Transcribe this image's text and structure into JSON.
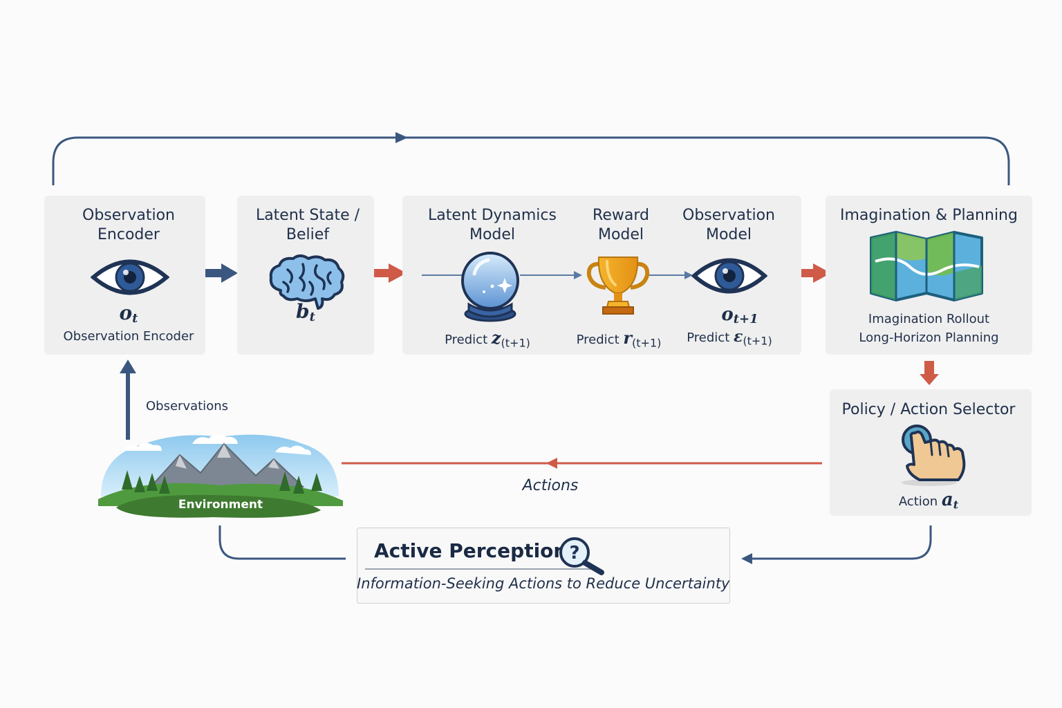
{
  "encoder": {
    "title_line1": "Observation",
    "title_line2": "Encoder",
    "symbol_base": "o",
    "symbol_sub": "t",
    "caption": "Observation Encoder"
  },
  "latent": {
    "title_line1": "Latent State /",
    "title_line2": "Belief",
    "symbol_base": "b",
    "symbol_sub": "t"
  },
  "dynamics": {
    "title_line1": "Latent Dynamics",
    "title_line2": "Model",
    "predict": "Predict",
    "symbol_base": "z",
    "symbol_sub": "(t+1)"
  },
  "reward": {
    "title_line1": "Reward",
    "title_line2": "Model",
    "predict": "Predict",
    "symbol_base": "r",
    "symbol_sub": "(t+1)"
  },
  "obs_model": {
    "title_line1": "Observation",
    "title_line2": "Model",
    "symbol_base": "o",
    "symbol_sub": "t+1",
    "predict": "Predict",
    "symbol2_base": "ε",
    "symbol2_sub": "(t+1)"
  },
  "imagination": {
    "title": "Imagination & Planning",
    "caption_line1": "Imagination Rollout",
    "caption_line2": "Long-Horizon Planning"
  },
  "policy": {
    "title": "Policy / Action Selector",
    "action_label": "Action",
    "symbol_base": "a",
    "symbol_sub": "t"
  },
  "environment": {
    "label": "Environment"
  },
  "labels": {
    "observations": "Observations",
    "actions": "Actions"
  },
  "active_perception": {
    "title": "Active Perception",
    "subtitle": "Information-Seeking Actions to Reduce Uncertainty"
  },
  "colors": {
    "blue_arrow": "#3b5780",
    "red_arrow": "#cf5a48",
    "box_bg": "#efefef",
    "text": "#1f2f4a"
  },
  "icons": [
    "eye-icon",
    "brain-icon",
    "crystal-ball-icon",
    "trophy-icon",
    "eye-icon",
    "map-icon",
    "pointing-hand-icon",
    "landscape-icon",
    "magnifier-question-icon"
  ]
}
